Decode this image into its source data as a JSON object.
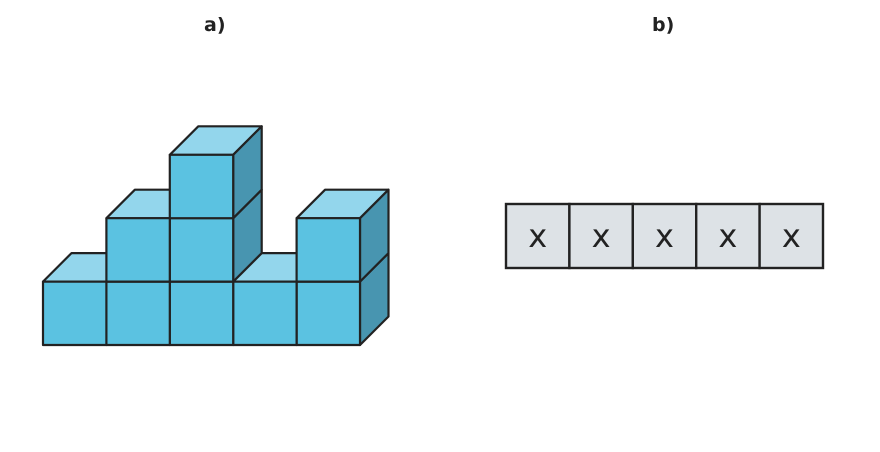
{
  "panels": {
    "a": {
      "label": "a)"
    },
    "b": {
      "label": "b)"
    }
  },
  "cube_figure": {
    "column_heights": [
      1,
      2,
      3,
      1,
      2
    ],
    "colors": {
      "front": "#5BC2E1",
      "top": "#93D6EC",
      "side": "#4895B0",
      "stroke": "#222222"
    }
  },
  "grid": {
    "cells": [
      "x",
      "x",
      "x",
      "x",
      "x"
    ],
    "colors": {
      "fill": "#DDE2E6",
      "stroke": "#222222"
    }
  }
}
